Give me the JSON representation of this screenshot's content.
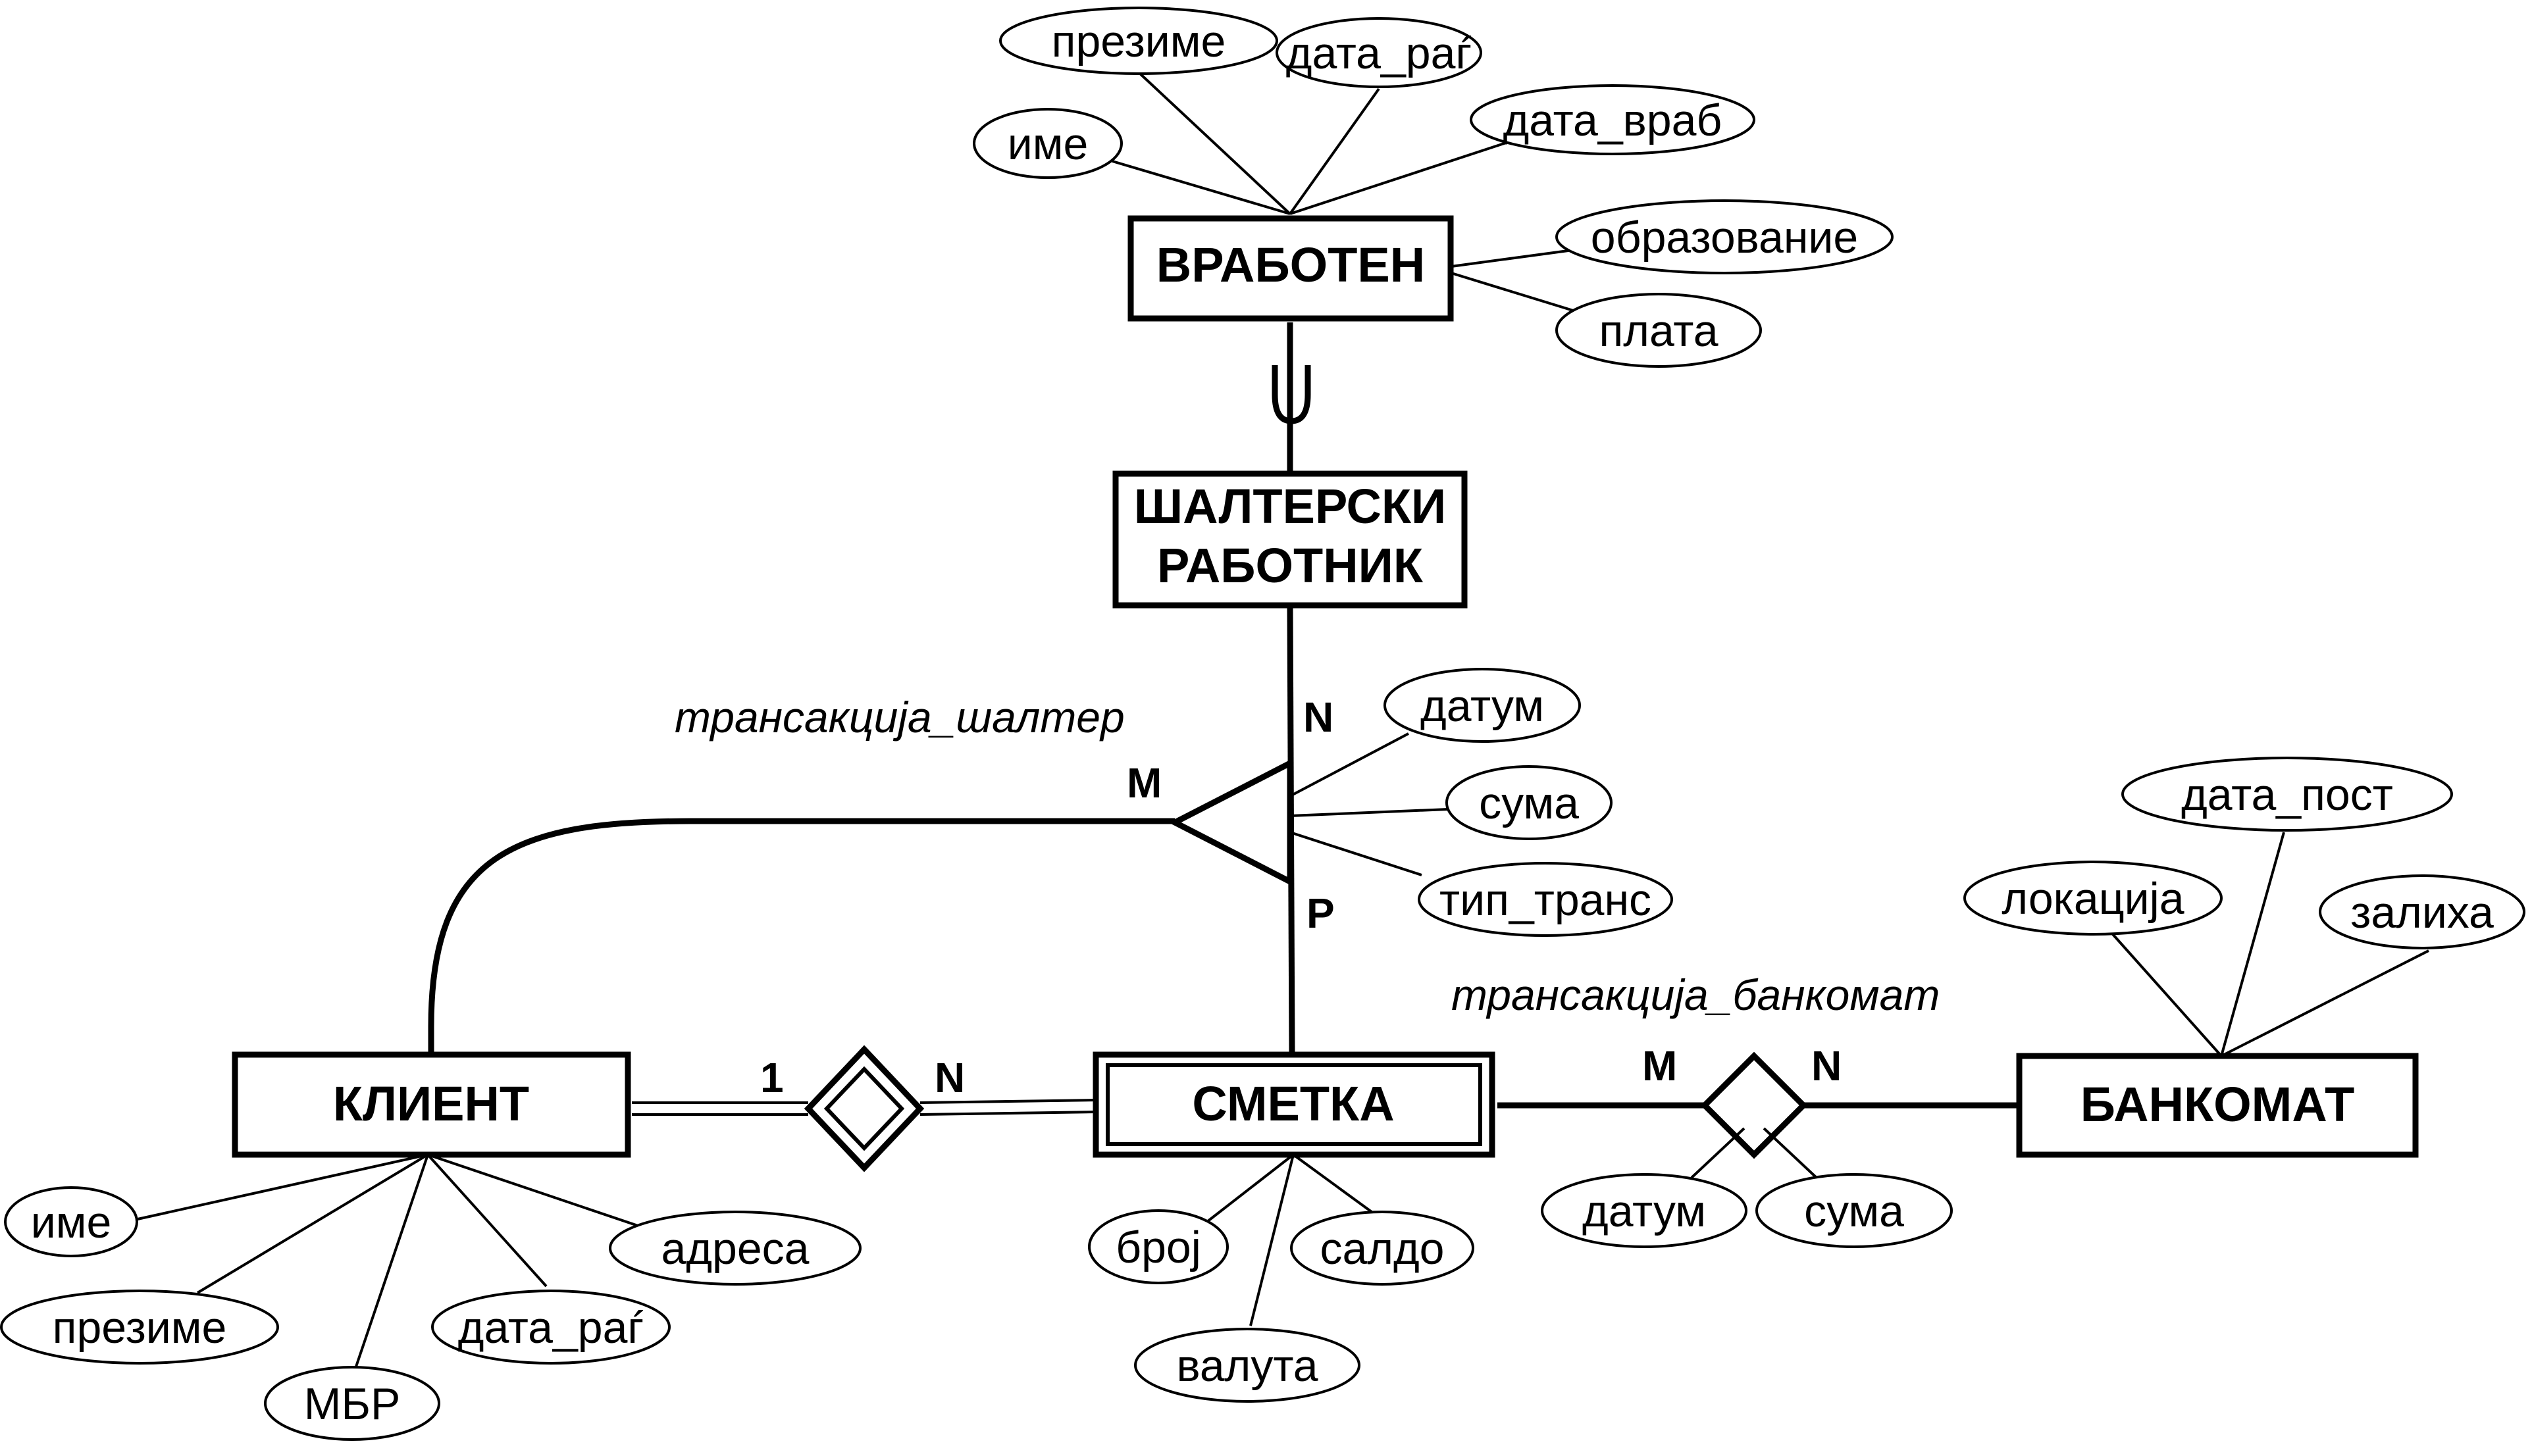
{
  "entities": {
    "vraboten": "ВРАБОТЕН",
    "shalterski_line1": "ШАЛТЕРСКИ",
    "shalterski_line2": "РАБОТНИК",
    "klient": "КЛИЕНТ",
    "smetka": "СМЕТКА",
    "bankomat": "БАНКОМАТ"
  },
  "relationships": {
    "transakcija_shalter": "трансакција_шалтер",
    "transakcija_bankomat": "трансакција_банкомат"
  },
  "attributes": {
    "vraboten": [
      "презиме",
      "дата_раѓ",
      "име",
      "дата_враб",
      "образование",
      "плата"
    ],
    "transakcija_shalter": [
      "датум",
      "сума",
      "тип_транс"
    ],
    "bankomat": [
      "дата_пост",
      "локација",
      "залиха"
    ],
    "klient": [
      "име",
      "адреса",
      "презиме",
      "дата_раѓ",
      "МБР"
    ],
    "smetka": [
      "број",
      "салдо",
      "валута"
    ],
    "transakcija_bankomat": [
      "датум",
      "сума"
    ]
  },
  "cardinalities": {
    "shalter_n": "N",
    "shalter_m": "M",
    "shalter_p": "P",
    "klient_smetka_1": "1",
    "klient_smetka_n": "N",
    "bankomat_m": "M",
    "bankomat_n": "N"
  },
  "subset_symbol": "⊂"
}
